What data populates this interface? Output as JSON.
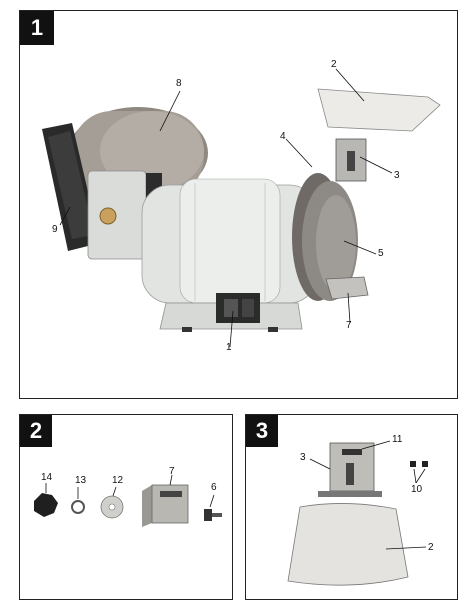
{
  "figures": [
    {
      "number": "1",
      "callouts": [
        "1",
        "2",
        "3",
        "4",
        "5",
        "7",
        "8",
        "9"
      ]
    },
    {
      "number": "2",
      "callouts": [
        "14",
        "13",
        "12",
        "7",
        "6"
      ]
    },
    {
      "number": "3",
      "callouts": [
        "11",
        "3",
        "10",
        "2"
      ]
    }
  ],
  "colors": {
    "frame": "#222222",
    "badge": "#111111",
    "housing": "#dfe3e0",
    "wheel_coarse": "#9c958d",
    "wheel_fine": "#8d8a86",
    "metal": "#bdbbb6",
    "shield_glass": "#e9e9e7"
  }
}
